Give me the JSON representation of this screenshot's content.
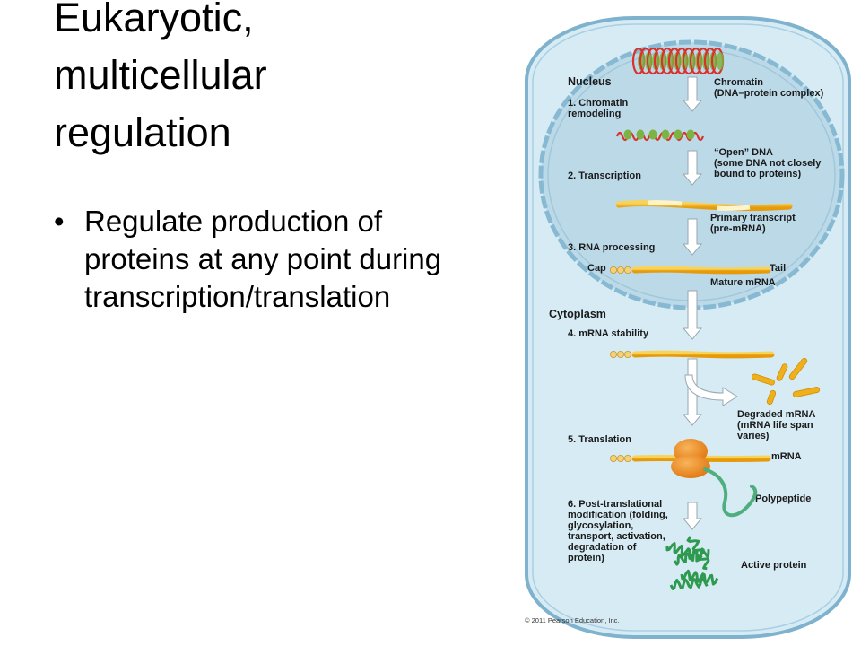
{
  "slide": {
    "title_lines": [
      "Eukaryotic,",
      "multicellular",
      "regulation"
    ],
    "bullet_mark": "•",
    "bullet_text": "Regulate production of proteins at any point during transcription/translation"
  },
  "diagram": {
    "nucleus_label": "Nucleus",
    "cytoplasm_label": "Cytoplasm",
    "chromatin_label": [
      "Chromatin",
      "(DNA–protein complex)"
    ],
    "steps": [
      {
        "lines": [
          "1. Chromatin",
          "remodeling"
        ]
      },
      {
        "lines": [
          "2. Transcription"
        ]
      },
      {
        "lines": [
          "3. RNA processing"
        ]
      },
      {
        "lines": [
          "4. mRNA stability"
        ]
      },
      {
        "lines": [
          "5. Translation"
        ]
      },
      {
        "lines": [
          "6. Post-translational",
          "modification (folding,",
          "glycosylation,",
          "transport, activation,",
          "degradation of",
          "protein)"
        ]
      }
    ],
    "open_dna_label": [
      "“Open” DNA",
      "(some DNA not closely",
      "bound to proteins)"
    ],
    "primary_transcript_label": [
      "Primary transcript",
      "(pre-mRNA)"
    ],
    "cap_label": "Cap",
    "tail_label": "Tail",
    "mature_mrna_label": "Mature mRNA",
    "degraded_mrna_label": [
      "Degraded mRNA",
      "(mRNA life span",
      "varies)"
    ],
    "mrna_label": "mRNA",
    "polypeptide_label": "Polypeptide",
    "active_protein_label": "Active protein",
    "copyright": "© 2011 Pearson Education, Inc."
  },
  "colors": {
    "cell_fill": "#d6ebf4",
    "cell_border": "#7fb2cc",
    "nucleus_fill": "#bcd9e8",
    "mrna": "#f2b21a",
    "chromatin_red": "#d8322a",
    "nucleosome": "#7cb342",
    "ribosome": "#ef8a1a",
    "polypeptide": "#4fae7e",
    "protein": "#2e9a4f",
    "arrow": "#ffffff"
  }
}
